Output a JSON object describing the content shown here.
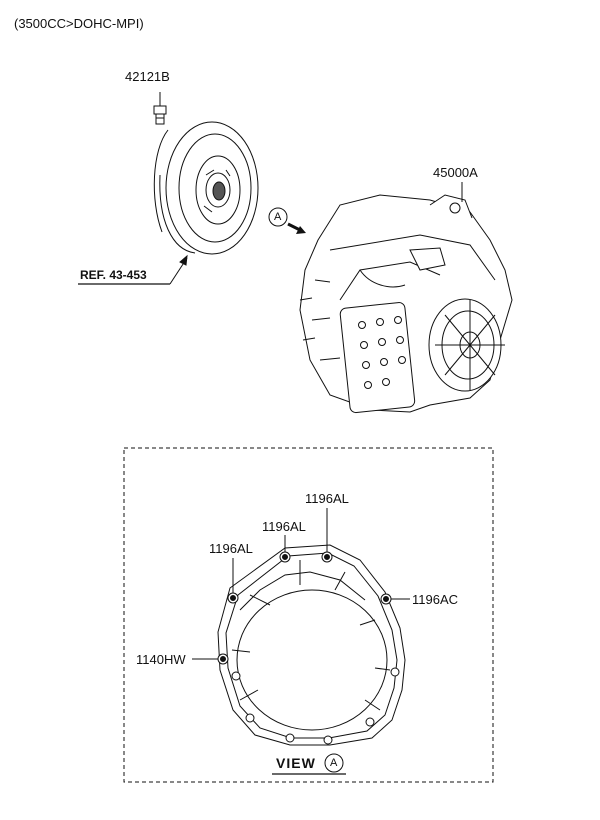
{
  "header": {
    "engine_spec": "(3500CC>DOHC-MPI)"
  },
  "parts": {
    "bolt": "42121B",
    "transaxle": "45000A",
    "reference": "REF. 43-453",
    "view_marker": "A"
  },
  "view_detail": {
    "title": "VIEW",
    "marker": "A",
    "labels": {
      "al_top": "1196AL",
      "al_mid": "1196AL",
      "al_left": "1196AL",
      "ac_right": "1196AC",
      "hw_left": "1140HW"
    }
  }
}
